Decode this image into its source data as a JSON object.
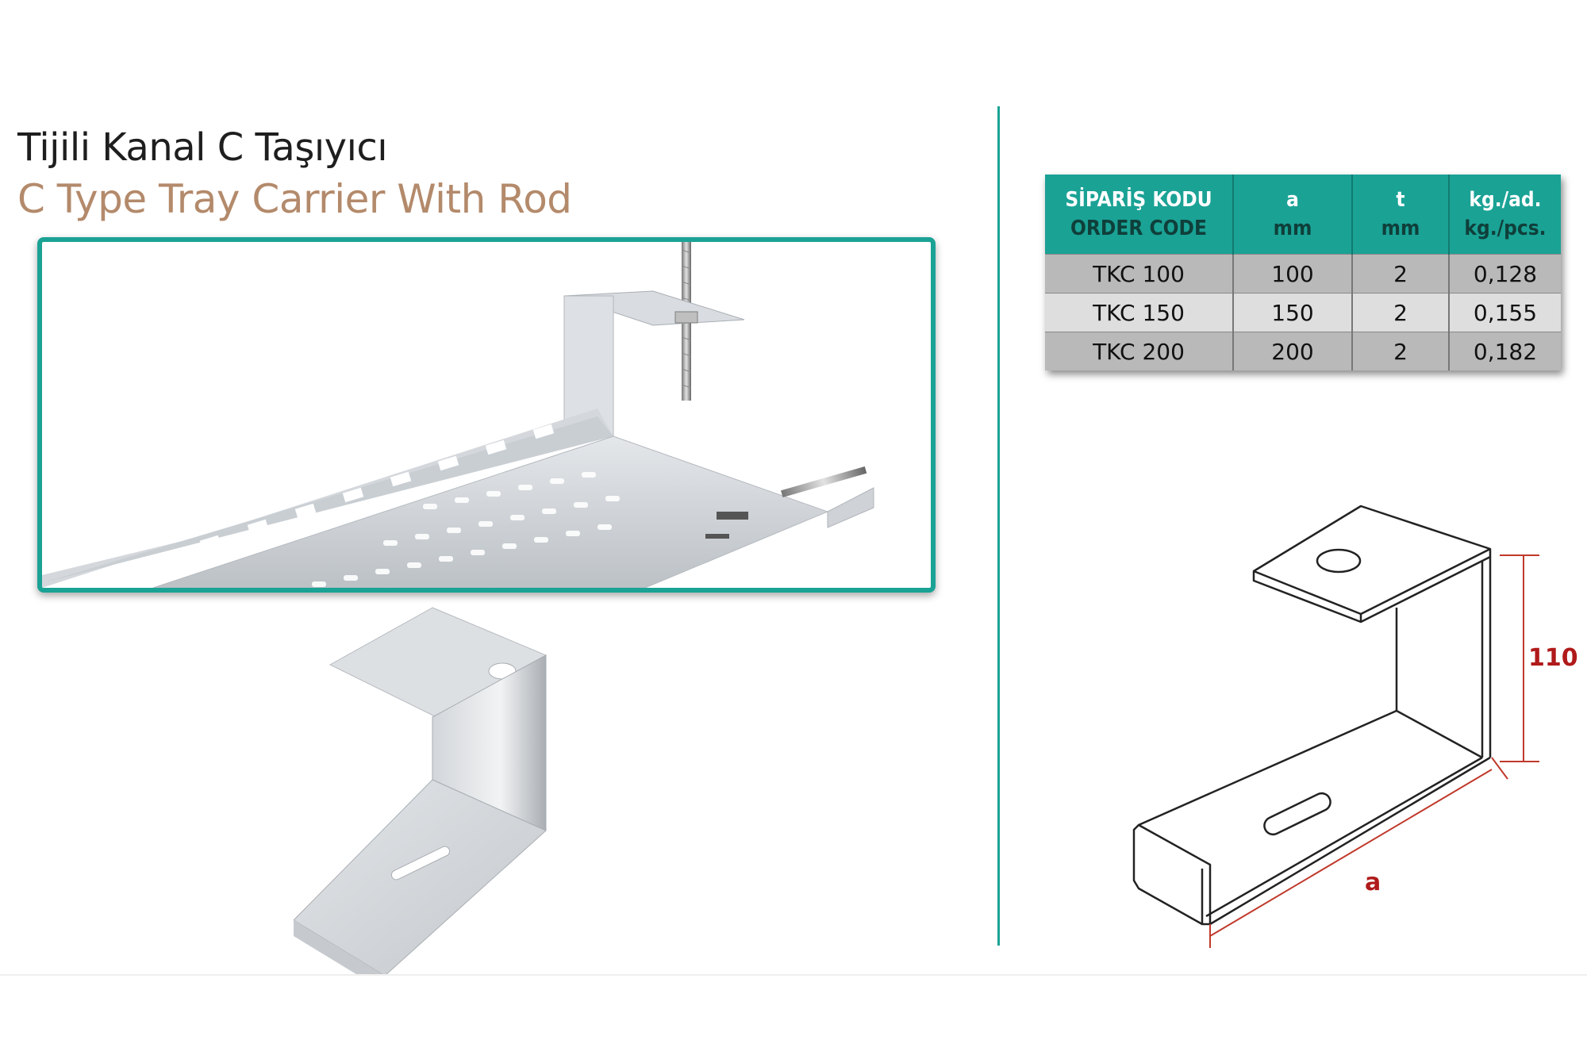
{
  "title": {
    "turkish": "Tijili Kanal C Taşıyıcı",
    "english": "C Type Tray Carrier With Rod"
  },
  "colors": {
    "accent": "#1aa295",
    "title_english": "#b38a6b",
    "dimension": "#b01a1a"
  },
  "images": {
    "installed_photo": "tray-carrier-installed-with-rod",
    "product_render": "c-type-carrier-product",
    "technical_drawing": "c-type-carrier-drawing"
  },
  "table": {
    "headers": [
      {
        "tr": "SİPARİŞ KODU",
        "en": "ORDER CODE"
      },
      {
        "tr": "a",
        "en": "mm"
      },
      {
        "tr": "t",
        "en": "mm"
      },
      {
        "tr": "kg./ad.",
        "en": "kg./pcs."
      }
    ],
    "rows": [
      [
        "TKC 100",
        "100",
        "2",
        "0,128"
      ],
      [
        "TKC 150",
        "150",
        "2",
        "0,155"
      ],
      [
        "TKC 200",
        "200",
        "2",
        "0,182"
      ]
    ]
  },
  "drawing": {
    "height_label": "110",
    "length_label": "a"
  }
}
